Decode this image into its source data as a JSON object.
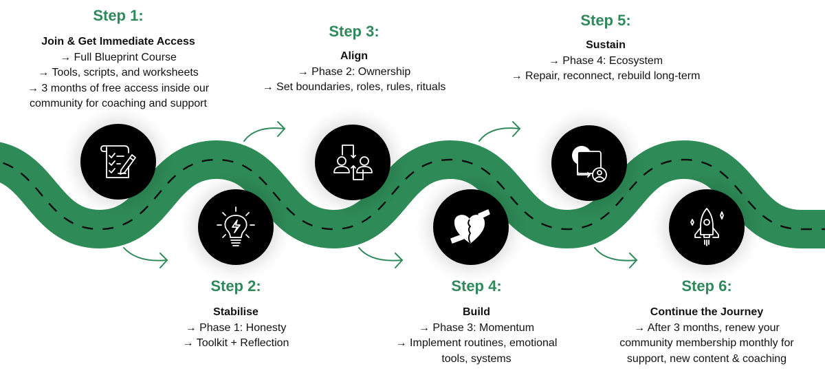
{
  "colors": {
    "accent": "#2f8a5b",
    "road": "#2e8b57",
    "circle": "#000000"
  },
  "steps": [
    {
      "title": "Step 1:",
      "heading": "Join & Get Immediate Access",
      "lines": [
        "→ Full Blueprint Course",
        "→ Tools, scripts, and worksheets",
        "→ 3 months of free access inside our",
        "community for coaching and support"
      ],
      "icon": "checklist-pencil-icon"
    },
    {
      "title": "Step 2:",
      "heading": "Stabilise",
      "lines": [
        "→ Phase 1: Honesty",
        "→ Toolkit + Reflection"
      ],
      "icon": "lightbulb-icon"
    },
    {
      "title": "Step 3:",
      "heading": "Align",
      "lines": [
        "→ Phase 2: Ownership",
        "→ Set boundaries, roles, rules, rituals"
      ],
      "icon": "people-exchange-icon"
    },
    {
      "title": "Step 4:",
      "heading": "Build",
      "lines": [
        "→ Phase 3: Momentum",
        "→ Implement routines, emotional",
        "tools, systems"
      ],
      "icon": "heart-puzzle-hands-icon"
    },
    {
      "title": "Step 5:",
      "heading": "Sustain",
      "lines": [
        "→ Phase 4: Ecosystem",
        "→ Repair, reconnect, rebuild long-term"
      ],
      "icon": "ecosystem-user-icon"
    },
    {
      "title": "Step 6:",
      "heading": "Continue the Journey",
      "lines": [
        "→ After 3 months, renew your",
        "community membership monthly for",
        "support, new content & coaching"
      ],
      "icon": "rocket-icon"
    }
  ]
}
